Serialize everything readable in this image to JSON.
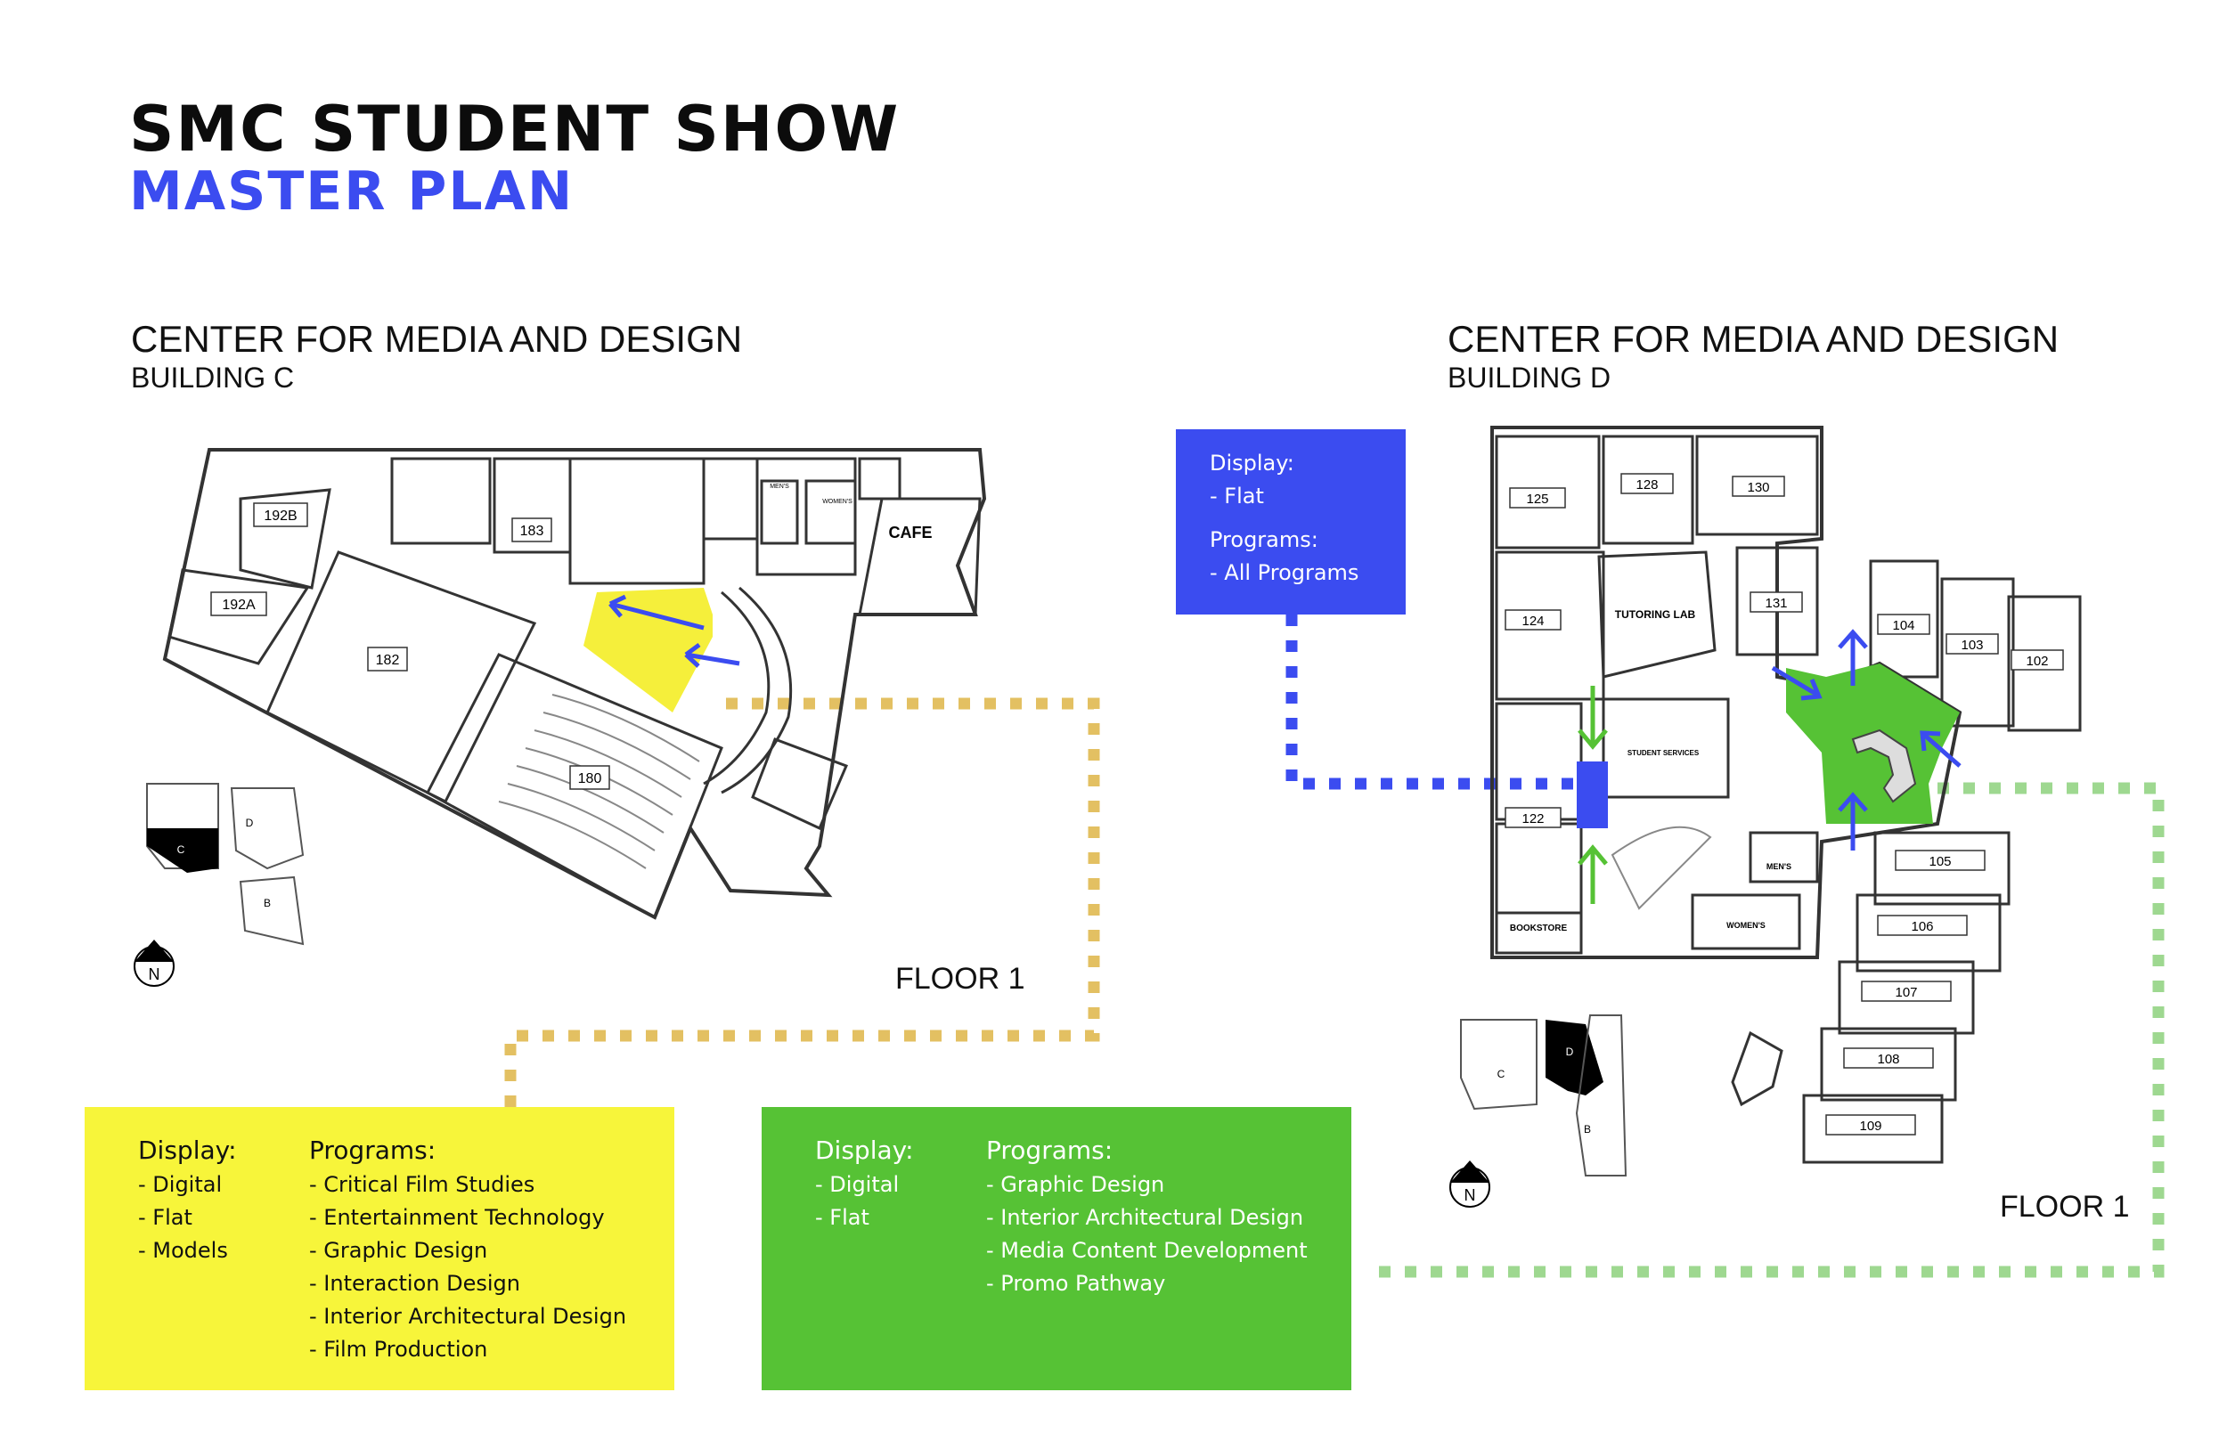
{
  "header": {
    "title": "SMC STUDENT SHOW",
    "subtitle": "MASTER PLAN"
  },
  "building_c": {
    "title": "CENTER FOR MEDIA AND DESIGN",
    "subtitle": "BUILDING C",
    "floor_label": "FLOOR 1",
    "rooms": [
      "192B",
      "192A",
      "183",
      "182",
      "180",
      "CAFE"
    ],
    "small_labels": [
      "MEN'S",
      "WOMEN'S"
    ],
    "key_map_labels": [
      "C",
      "D",
      "B"
    ],
    "north_label": "N"
  },
  "building_d": {
    "title": "CENTER FOR MEDIA AND DESIGN",
    "subtitle": "BUILDING D",
    "floor_label": "FLOOR 1",
    "rooms": [
      "125",
      "128",
      "130",
      "124",
      "TUTORING LAB",
      "131",
      "104",
      "103",
      "102",
      "STUDENT SERVICES",
      "122",
      "105",
      "106",
      "107",
      "108",
      "109",
      "BOOKSTORE",
      "MEN'S",
      "WOMEN'S"
    ],
    "key_map_labels": [
      "C",
      "D",
      "B"
    ],
    "north_label": "N"
  },
  "legend_blue": {
    "display_heading": "Display:",
    "display_items": [
      "- Flat"
    ],
    "programs_heading": "Programs:",
    "program_items": [
      "- All Programs"
    ],
    "color": "#3b4cf0"
  },
  "legend_yellow": {
    "display_heading": "Display:",
    "display_items": [
      "- Digital",
      "- Flat",
      "- Models"
    ],
    "programs_heading": "Programs:",
    "program_items": [
      "- Critical Film Studies",
      "- Entertainment Technology",
      "- Graphic Design",
      "- Interaction Design",
      "- Interior Architectural Design",
      "- Film Production"
    ],
    "color": "#f7f53a"
  },
  "legend_green": {
    "display_heading": "Display:",
    "display_items": [
      "- Digital",
      "- Flat"
    ],
    "programs_heading": "Programs:",
    "program_items": [
      "- Graphic Design",
      "- Interior Architectural Design",
      "- Media Content Development",
      "- Promo Pathway"
    ],
    "color": "#56c235"
  }
}
